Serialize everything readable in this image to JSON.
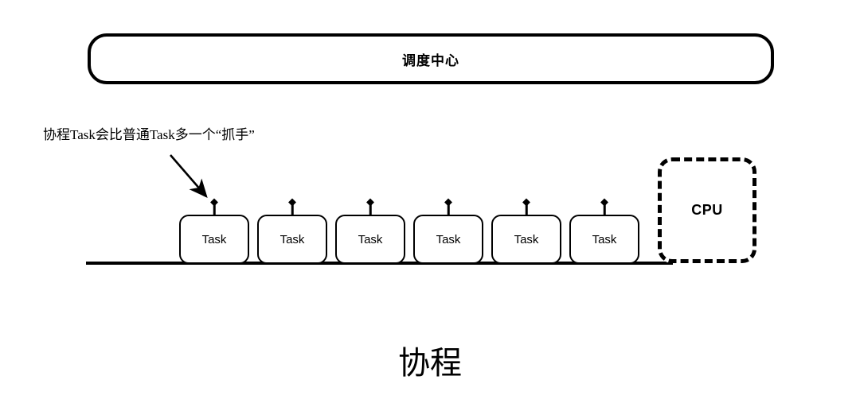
{
  "diagram": {
    "caption": "协程",
    "scheduler": {
      "label": "调度中心"
    },
    "annotation": {
      "text": "协程Task会比普通Task多一个“抓手”",
      "arrow_icon": "arrow-down-right-icon"
    },
    "baseline": {
      "name": "timeline-baseline"
    },
    "tasks": [
      {
        "label": "Task",
        "handle": "diamond-knob-icon"
      },
      {
        "label": "Task",
        "handle": "diamond-knob-icon"
      },
      {
        "label": "Task",
        "handle": "diamond-knob-icon"
      },
      {
        "label": "Task",
        "handle": "diamond-knob-icon"
      },
      {
        "label": "Task",
        "handle": "diamond-knob-icon"
      },
      {
        "label": "Task",
        "handle": "diamond-knob-icon"
      }
    ],
    "cpu": {
      "label": "CPU"
    },
    "colors": {
      "stroke": "#000000",
      "background": "#ffffff"
    }
  }
}
